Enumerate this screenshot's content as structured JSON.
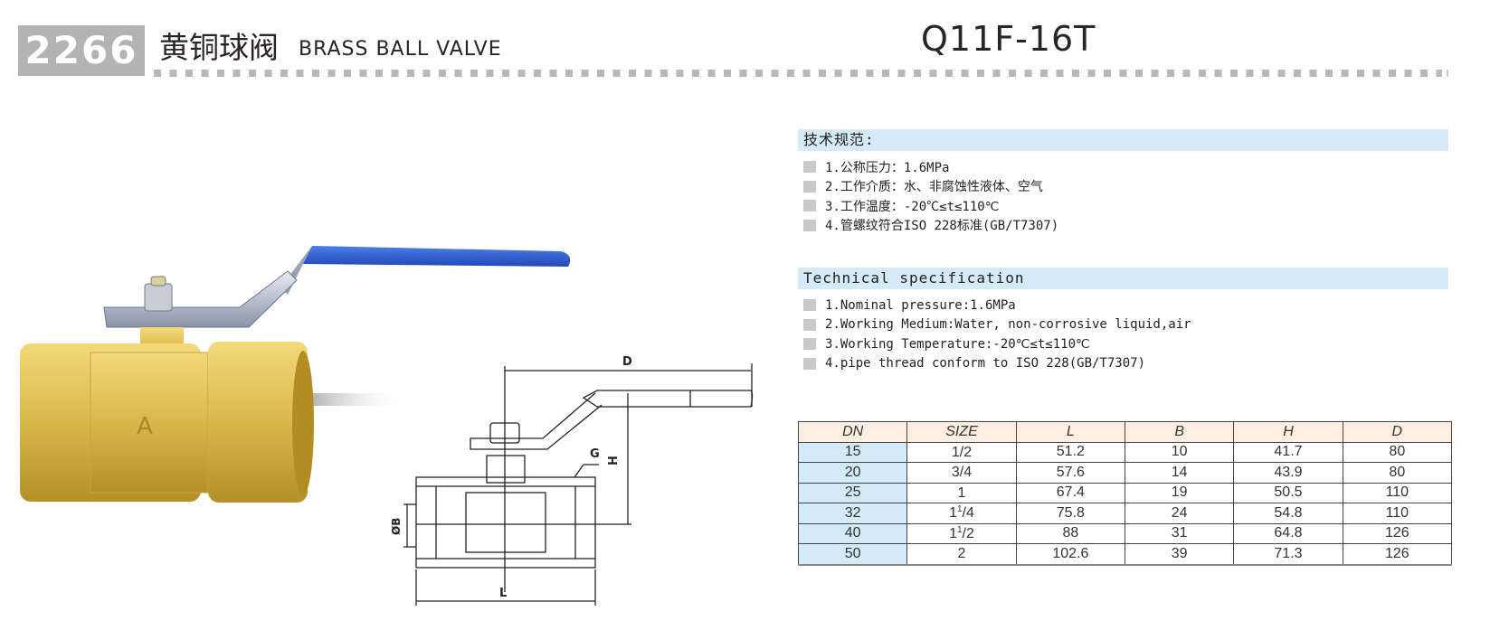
{
  "header": {
    "code": "2266",
    "title_cn": "黄铜球阀",
    "title_en": "BRASS BALL VALVE",
    "model": "Q11F-16T",
    "accent_gray": "#b3b3b3"
  },
  "product_photo": {
    "alt": "brass ball valve with blue lever handle",
    "handle_color": "#2f5fd0",
    "body_color": "#d9b84a"
  },
  "drawing": {
    "labels": {
      "D": "D",
      "H": "H",
      "G": "G",
      "B": "ØB",
      "L": "L"
    }
  },
  "spec_cn": {
    "title": "技术规范:",
    "items": [
      "1.公称压力：1.6MPa",
      "2.工作介质：水、非腐蚀性液体、空气",
      "3.工作温度：-20℃≤t≤110℃",
      "4.管螺纹符合ISO 228标准(GB/T7307)"
    ]
  },
  "spec_en": {
    "title": "Technical specification",
    "items": [
      "1.Nominal pressure:1.6MPa",
      "2.Working Medium:Water, non-corrosive liquid,air",
      "3.Working Temperature:-20℃≤t≤110℃",
      "4.pipe thread conform to ISO 228(GB/T7307)"
    ]
  },
  "table": {
    "headers": [
      "DN",
      "SIZE",
      "L",
      "B",
      "H",
      "D"
    ],
    "rows": [
      {
        "dn": "15",
        "size_whole": "",
        "size_sup": "",
        "size_frac": "1/2",
        "L": "51.2",
        "B": "10",
        "H": "41.7",
        "D": "80"
      },
      {
        "dn": "20",
        "size_whole": "",
        "size_sup": "",
        "size_frac": "3/4",
        "L": "57.6",
        "B": "14",
        "H": "43.9",
        "D": "80"
      },
      {
        "dn": "25",
        "size_whole": "1",
        "size_sup": "",
        "size_frac": "",
        "L": "67.4",
        "B": "19",
        "H": "50.5",
        "D": "110"
      },
      {
        "dn": "32",
        "size_whole": "1",
        "size_sup": "1",
        "size_frac": "/4",
        "L": "75.8",
        "B": "24",
        "H": "54.8",
        "D": "110"
      },
      {
        "dn": "40",
        "size_whole": "1",
        "size_sup": "1",
        "size_frac": "/2",
        "L": "88",
        "B": "31",
        "H": "64.8",
        "D": "126"
      },
      {
        "dn": "50",
        "size_whole": "2",
        "size_sup": "",
        "size_frac": "",
        "L": "102.6",
        "B": "39",
        "H": "71.3",
        "D": "126"
      }
    ]
  }
}
